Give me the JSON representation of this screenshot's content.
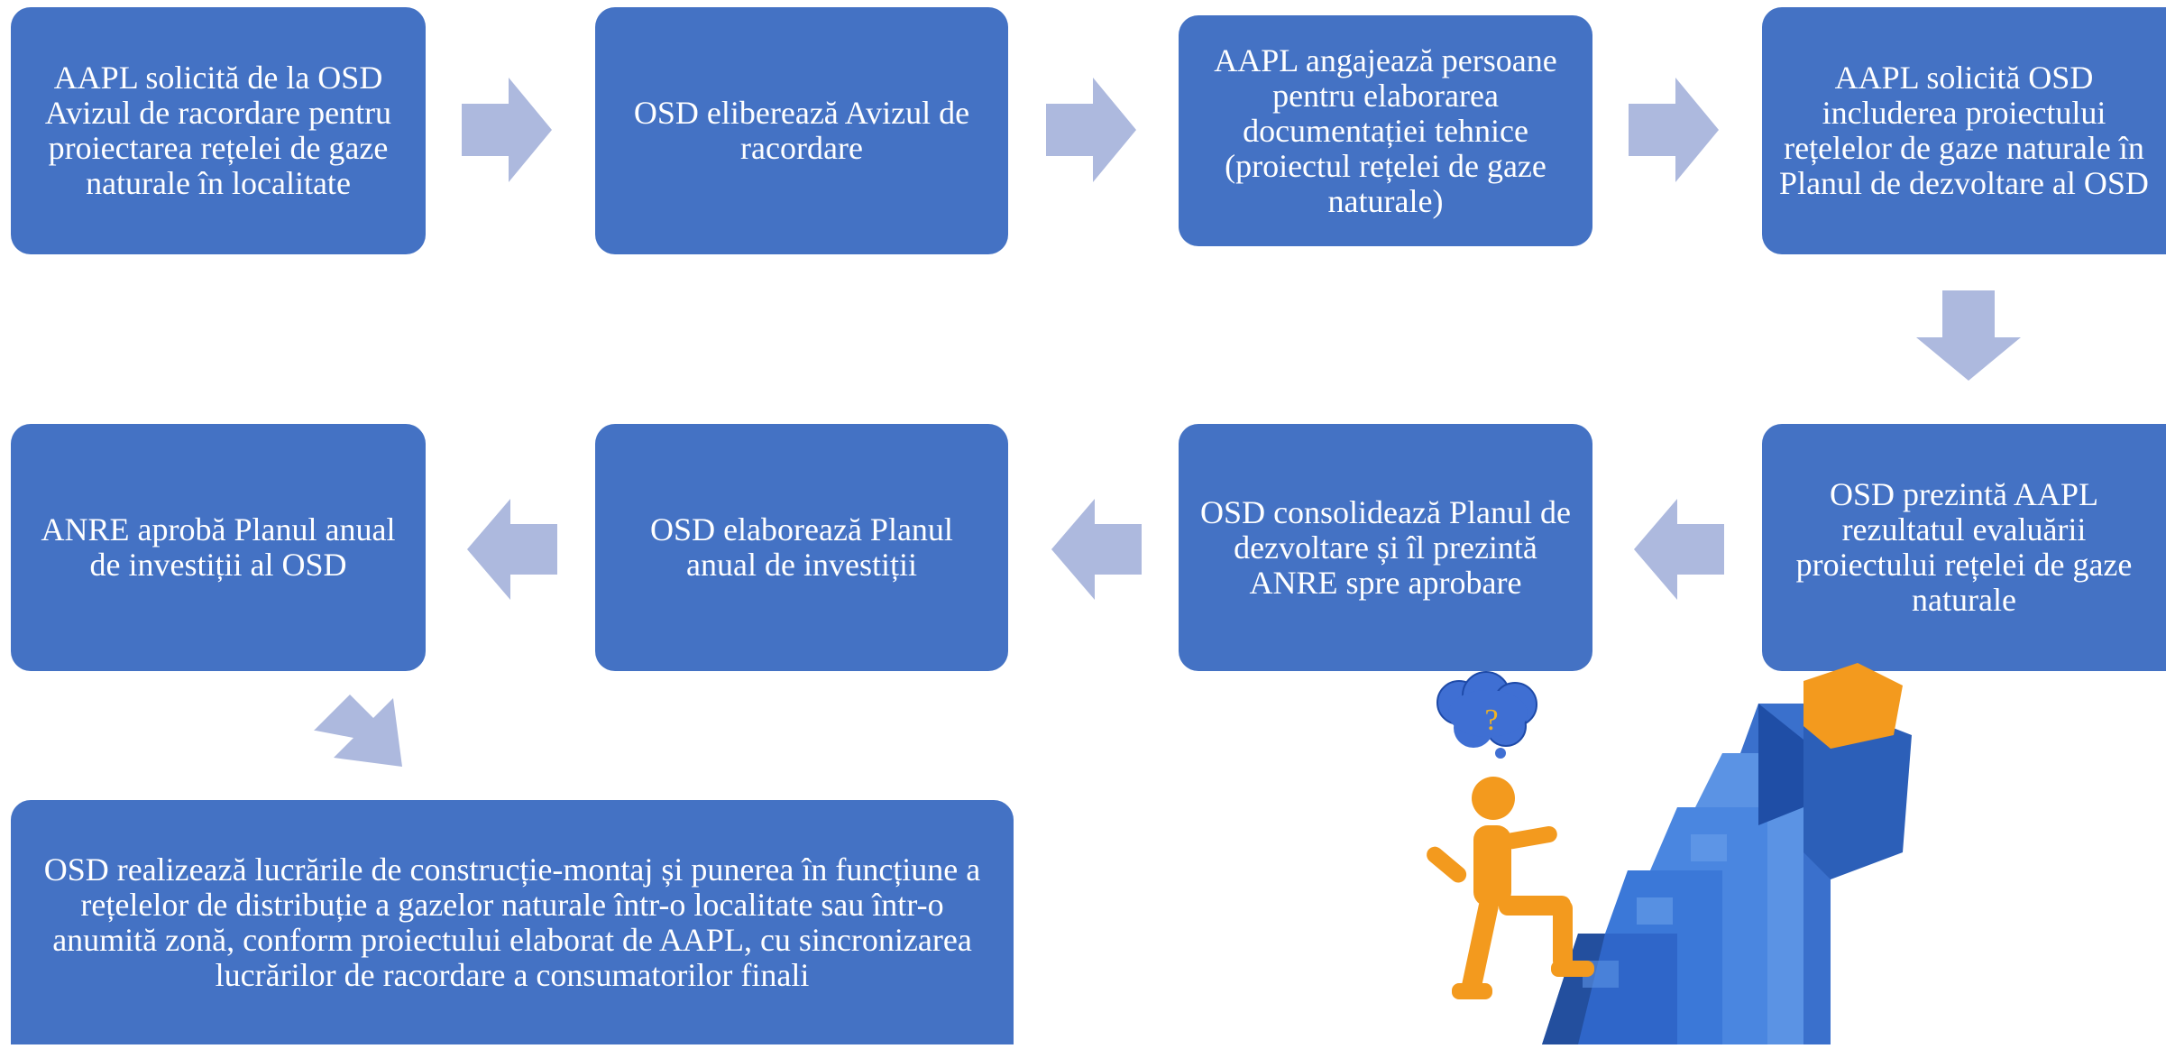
{
  "colors": {
    "box": "#4472c4",
    "arrow": "#adb9de",
    "figure": "#f39a1e",
    "cloud": "#3f6fd3",
    "question": "#f2b321"
  },
  "steps": [
    {
      "text": "AAPL solicită de la OSD Avizul de racordare pentru proiectarea rețelei de gaze naturale în localitate"
    },
    {
      "text": "OSD eliberează Avizul de racordare"
    },
    {
      "text": "AAPL angajează persoane pentru elaborarea documentației tehnice (proiectul rețelei de gaze naturale)"
    },
    {
      "text": "AAPL solicită OSD includerea proiectului rețelelor de gaze naturale în Planul de dezvoltare al OSD"
    },
    {
      "text": "OSD prezintă AAPL rezultatul evaluării proiectului rețelei de gaze naturale"
    },
    {
      "text": "OSD consolidează Planul de dezvoltare și îl prezintă ANRE spre aprobare"
    },
    {
      "text": "OSD elaborează Planul anual de investiții"
    },
    {
      "text": "ANRE aprobă Planul anual de investiții al OSD"
    },
    {
      "text": "OSD realizează lucrările de construcție-montaj și punerea în funcțiune a rețelelor de distribuție a gazelor naturale într-o localitate sau într-o anumită zonă, conform proiectului elaborat de AAPL, cu sincronizarea lucrărilor de racordare a consumatorilor finali"
    }
  ],
  "illustration": {
    "question_mark": "?"
  }
}
